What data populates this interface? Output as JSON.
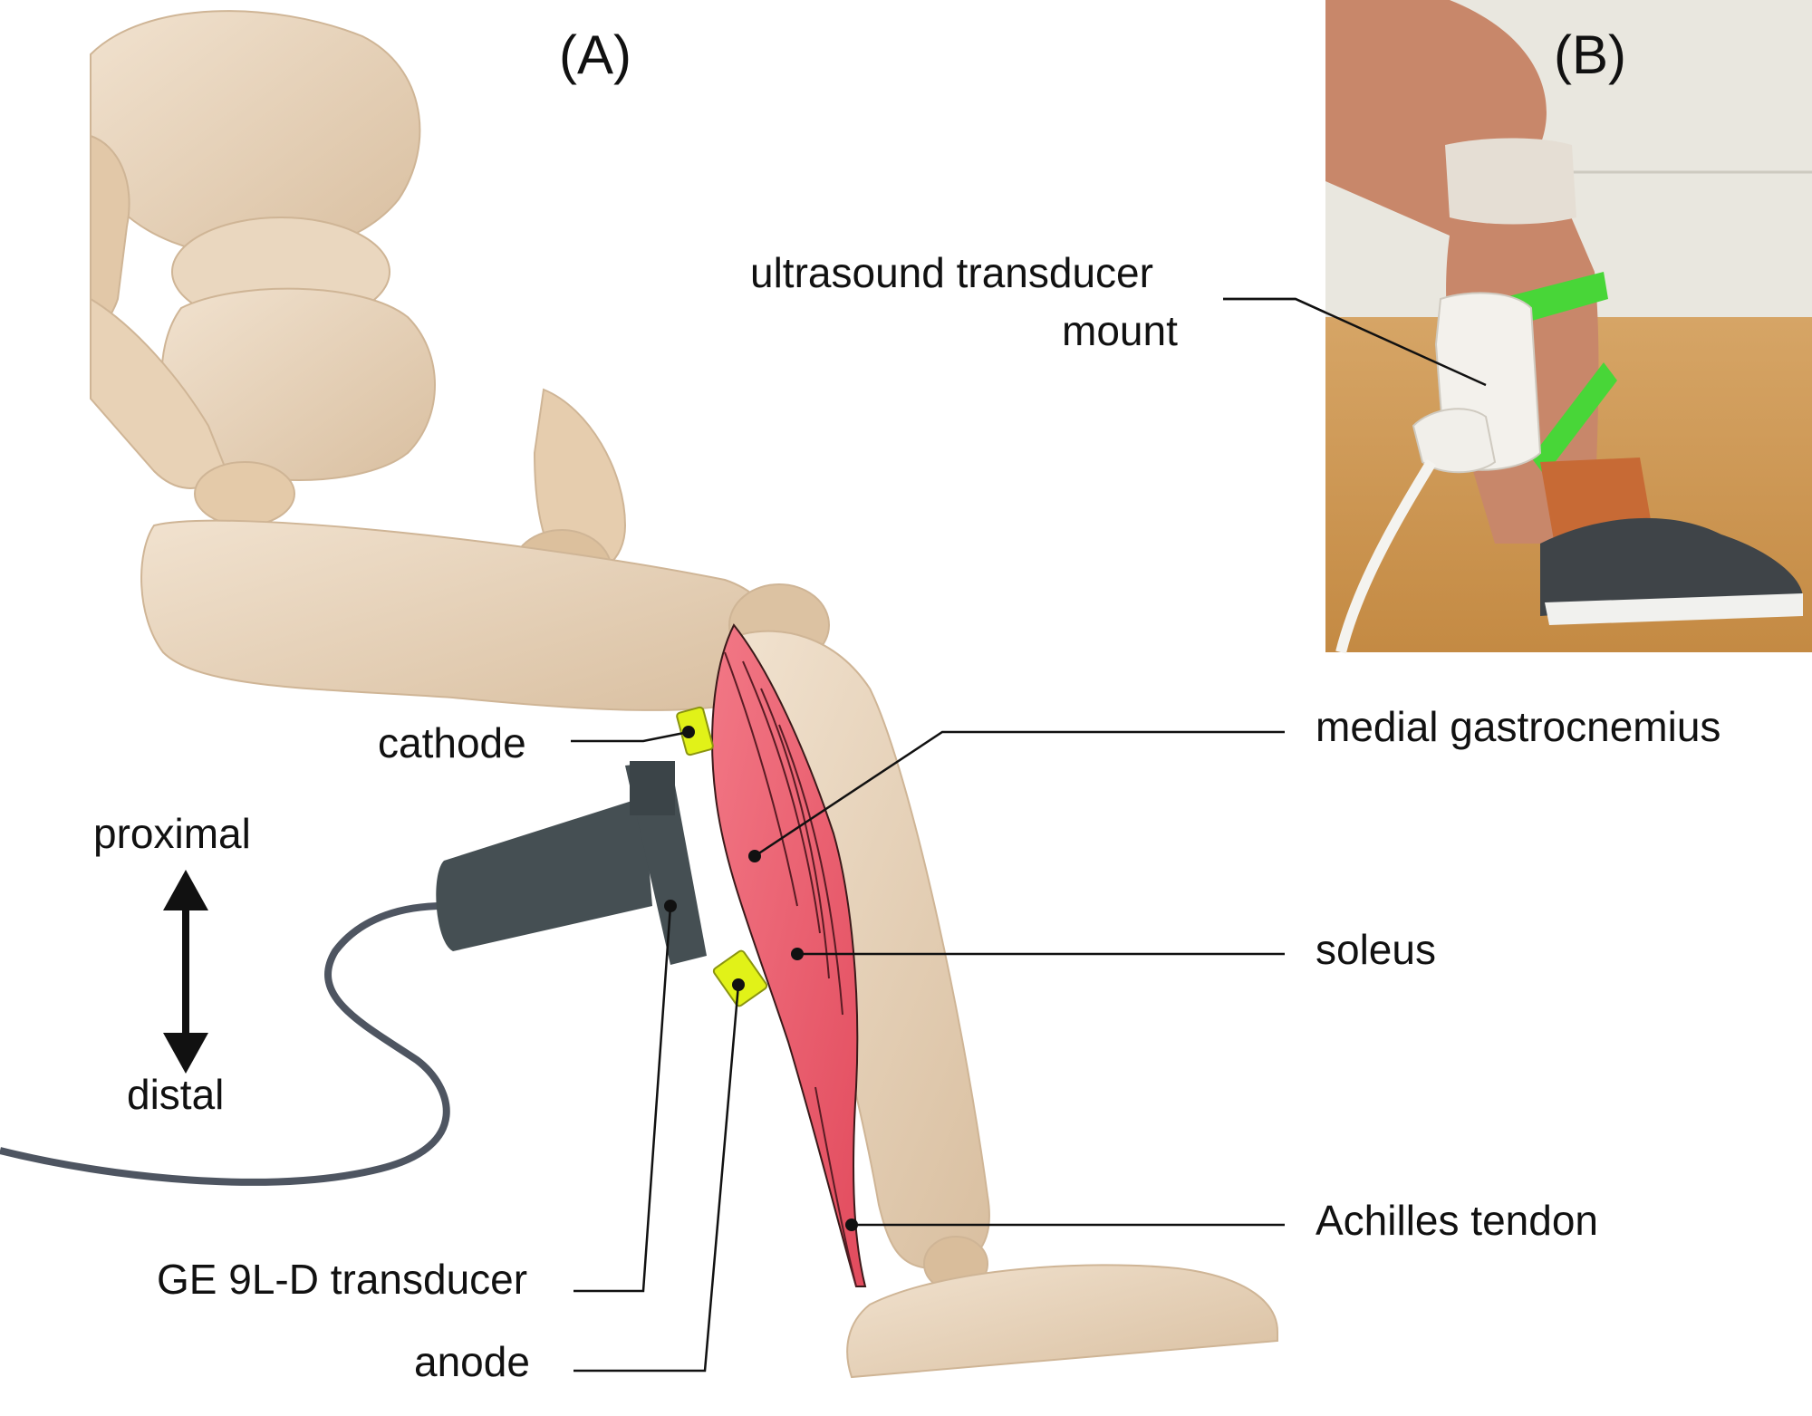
{
  "panels": {
    "a": "(A)",
    "b": "(B)"
  },
  "labels": {
    "ultrasound_mount_line1": "ultrasound transducer",
    "ultrasound_mount_line2": "mount",
    "medial_gastrocnemius": "medial gastrocnemius",
    "soleus": "soleus",
    "achilles_tendon": "Achilles tendon",
    "cathode": "cathode",
    "proximal": "proximal",
    "distal": "distal",
    "transducer": "GE 9L-D transducer",
    "anode": "anode"
  },
  "colors": {
    "wood": "#e6cfb4",
    "muscle": "#ec5b6b",
    "electrode": "#e1f218",
    "probe": "#454f53",
    "strap": "#48d638",
    "floor": "#c98f45"
  }
}
